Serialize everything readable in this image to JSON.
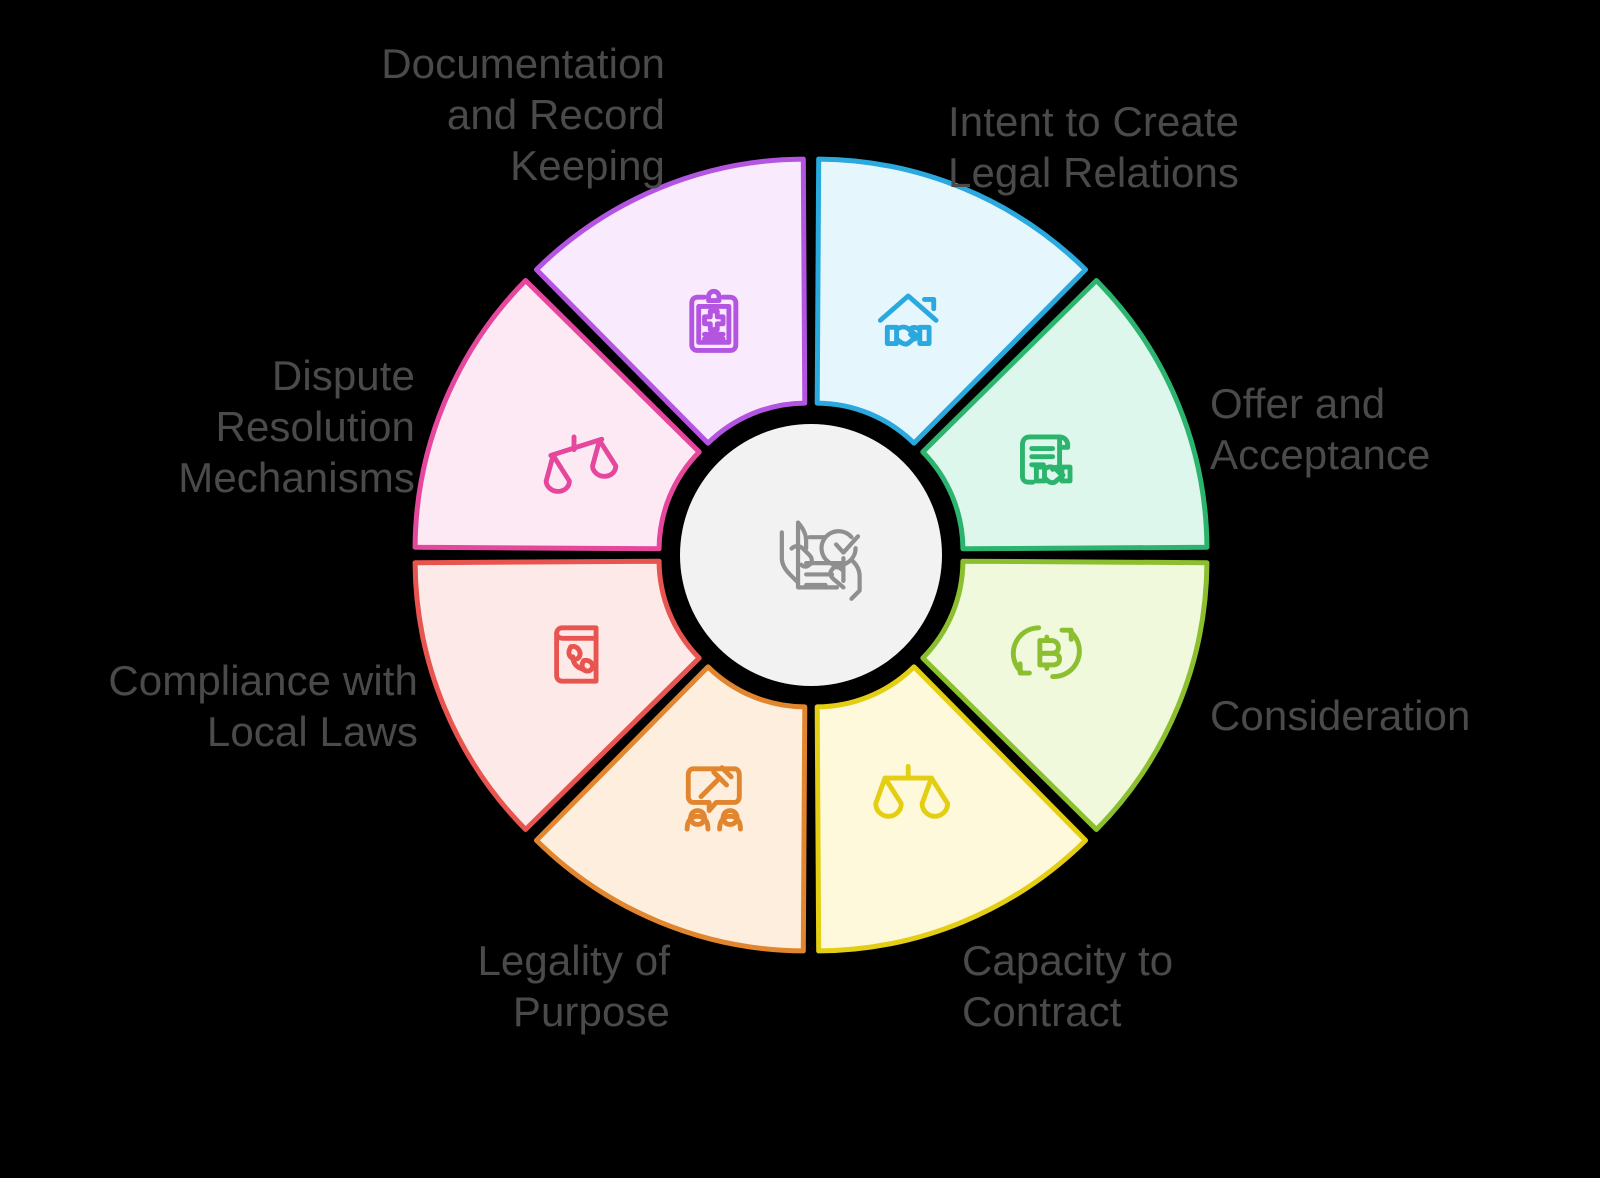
{
  "diagram": {
    "type": "radial-wheel",
    "center": {
      "icon": "hands-holding-contract-check-icon",
      "icon_color": "#8f8f8f",
      "fill": "#f2f2f2"
    },
    "segments": [
      {
        "id": "intent",
        "label": "Intent to Create\nLegal Relations",
        "icon": "house-handshake-icon",
        "color": "#29a9dd",
        "fill": "#e6f6fd",
        "start_angle": -90,
        "end_angle": -45,
        "label_align": "left"
      },
      {
        "id": "offer",
        "label": "Offer and\nAcceptance",
        "icon": "contract-scroll-handshake-icon",
        "color": "#2cb46e",
        "fill": "#ddf7ec",
        "start_angle": -45,
        "end_angle": 0,
        "label_align": "left"
      },
      {
        "id": "consideration",
        "label": "Consideration",
        "icon": "bitcoin-exchange-icon",
        "color": "#8cbf30",
        "fill": "#f1f9dd",
        "start_angle": 0,
        "end_angle": 45,
        "label_align": "left"
      },
      {
        "id": "capacity",
        "label": "Capacity to\nContract",
        "icon": "balance-scales-icon",
        "color": "#e3ce13",
        "fill": "#fdf9da",
        "start_angle": 45,
        "end_angle": 90,
        "label_align": "left"
      },
      {
        "id": "legality",
        "label": "Legality of\nPurpose",
        "icon": "gavel-discussion-icon",
        "color": "#e1852f",
        "fill": "#fdeedd",
        "start_angle": 90,
        "end_angle": 135,
        "label_align": "right"
      },
      {
        "id": "compliance",
        "label": "Compliance with\nLocal Laws",
        "icon": "law-book-icon",
        "color": "#e85550",
        "fill": "#fdeae8",
        "start_angle": 135,
        "end_angle": 180,
        "label_align": "right"
      },
      {
        "id": "dispute",
        "label": "Dispute\nResolution\nMechanisms",
        "icon": "tilted-scales-icon",
        "color": "#e4479c",
        "fill": "#fde9f4",
        "start_angle": 180,
        "end_angle": 225,
        "label_align": "right"
      },
      {
        "id": "documentation",
        "label": "Documentation\nand Record\nKeeping",
        "icon": "clipboard-cross-icon",
        "color": "#b355e0",
        "fill": "#f9ebfd",
        "start_angle": 225,
        "end_angle": 270,
        "label_align": "right"
      }
    ],
    "text_color": "#4a4a4a",
    "background": "#000000"
  }
}
